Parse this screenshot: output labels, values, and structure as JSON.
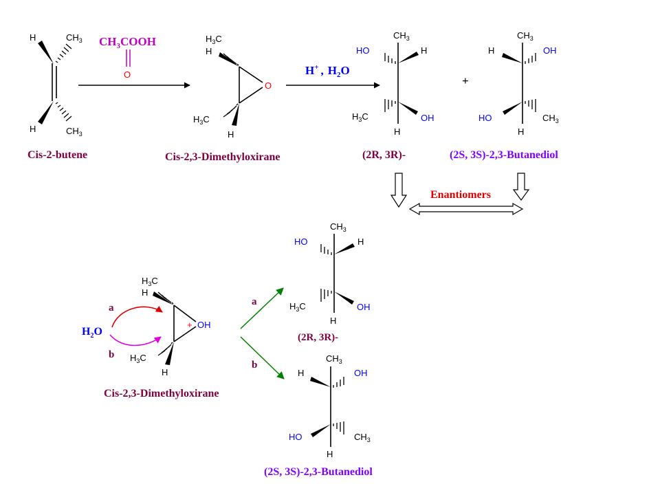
{
  "colors": {
    "atom_black": "#000000",
    "atom_blue": "#0000ff",
    "atom_red": "#ff0000",
    "caption_maroon": "#800040",
    "caption_purple": "#8000ff",
    "reagent_magenta": "#c000c0",
    "enantiomers_red": "#e00000",
    "arrow_green": "#008000",
    "curve_red": "#e00000",
    "curve_magenta": "#e000e0"
  },
  "atoms": {
    "h": "H",
    "ch3": "CH",
    "h3c_h": "H",
    "h3c_c": "C",
    "three": "3",
    "two": "2",
    "o": "O",
    "ho": "HO",
    "oh": "OH",
    "plus_charge": "+"
  },
  "reagents": {
    "peracid_main": "CH",
    "peracid_tail": "COOH",
    "peracid_o": "O",
    "acid_h": "H",
    "acid_plus": "+",
    "acid_sep": ",",
    "acid_h2o_h": "H",
    "acid_h2o_o": "O",
    "plus_sign": "+",
    "water_h": "H",
    "water_o": "O"
  },
  "captions": {
    "cis_butene": "Cis-2-butene",
    "epoxide_top": "Cis-2,3-Dimethyloxirane",
    "diol_rr": "(2R, 3R)-",
    "diol_ss": "(2S, 3S)-2,3-Butanediol",
    "enantiomers": "Enantiomers",
    "epoxide_bottom": "Cis-2,3-Dimethyloxirane",
    "product_a": "(2R, 3R)-",
    "product_b": "(2S, 3S)-2,3-Butanediol"
  },
  "paths": {
    "attack_a": "a",
    "attack_b": "b",
    "path_a": "a",
    "path_b": "b"
  }
}
